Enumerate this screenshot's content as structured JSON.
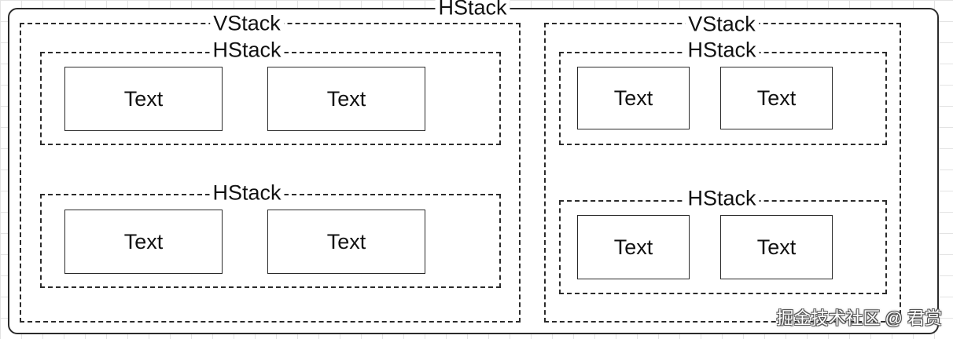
{
  "diagram": {
    "root_label": "HStack",
    "left_vstack": {
      "label": "VStack",
      "top_hstack": {
        "label": "HStack",
        "items": [
          "Text",
          "Text"
        ]
      },
      "bottom_hstack": {
        "label": "HStack",
        "items": [
          "Text",
          "Text"
        ]
      }
    },
    "right_vstack": {
      "label": "VStack",
      "top_hstack": {
        "label": "HStack",
        "items": [
          "Text",
          "Text"
        ]
      },
      "bottom_hstack": {
        "label": "HStack",
        "items": [
          "Text",
          "Text"
        ]
      }
    }
  },
  "watermark": "掘金技术社区 @ 君赏"
}
